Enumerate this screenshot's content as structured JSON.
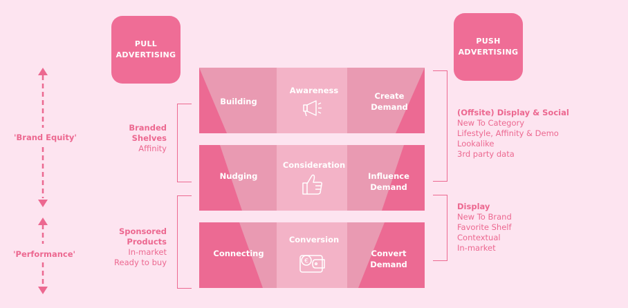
{
  "pull_box": {
    "line1": "PULL",
    "line2": "ADVERTISING"
  },
  "push_box": {
    "line1": "PUSH",
    "line2": "ADVERTISING"
  },
  "left_axis": {
    "brand_equity": "'Brand Equity'",
    "performance": "'Performance'"
  },
  "left_groups": [
    {
      "title1": "Branded",
      "title2": "Shelves",
      "sub1": "Affinity",
      "sub2": ""
    },
    {
      "title1": "Sponsored",
      "title2": "Products",
      "sub1": "In-market",
      "sub2": "Ready to buy"
    }
  ],
  "bands": [
    {
      "left": "Building",
      "center": "Awareness",
      "right1": "Create",
      "right2": "Demand",
      "icon": "megaphone-icon"
    },
    {
      "left": "Nudging",
      "center": "Consideration",
      "right1": "Influence",
      "right2": "Demand",
      "icon": "thumbs-up-icon"
    },
    {
      "left": "Connecting",
      "center": "Conversion",
      "right1": "Convert",
      "right2": "Demand",
      "icon": "wallet-icon"
    }
  ],
  "right_groups": [
    {
      "title": "(Offsite) Display & Social",
      "items": [
        "New To Category",
        "Lifestyle, Affinity & Demo",
        "Lookalike",
        "3rd party data"
      ]
    },
    {
      "title": "Display",
      "items": [
        "New To Brand",
        "Favorite Shelf",
        "Contextual",
        "In-market"
      ]
    }
  ],
  "colors": {
    "background": "#fde4f0",
    "accent": "#ef6d96",
    "band_dark": "#ec6a93",
    "band_mid": "#e99ab2",
    "band_light": "#f3b3c7"
  }
}
